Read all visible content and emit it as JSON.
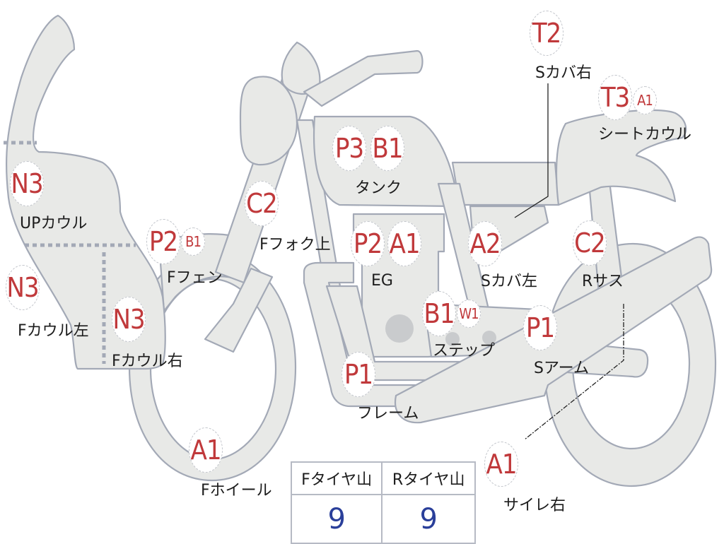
{
  "diagram": {
    "type": "motorcycle-parts-condition-map",
    "colors": {
      "part_fill": "#e8e9e7",
      "part_stroke": "#a3a9b6",
      "code_text": "#c0393b",
      "label_text": "#1c1c1c",
      "value_text": "#2a3f9a"
    },
    "parts": [
      {
        "id": "up-cowl",
        "label": "UPカウル",
        "codes": [
          "N3"
        ]
      },
      {
        "id": "f-cowl-left",
        "label": "Fカウル左",
        "codes": [
          "N3"
        ]
      },
      {
        "id": "f-cowl-right",
        "label": "Fカウル右",
        "codes": [
          "N3"
        ]
      },
      {
        "id": "f-fender",
        "label": "Fフェン",
        "codes": [
          "P2",
          "B1"
        ]
      },
      {
        "id": "f-fork-upper",
        "label": "Fフォク上",
        "codes": [
          "C2"
        ]
      },
      {
        "id": "tank",
        "label": "タンク",
        "codes": [
          "P3",
          "B1"
        ]
      },
      {
        "id": "engine",
        "label": "EG",
        "codes": [
          "P2",
          "A1"
        ]
      },
      {
        "id": "step",
        "label": "ステップ",
        "codes": [
          "B1",
          "W1"
        ]
      },
      {
        "id": "frame",
        "label": "フレーム",
        "codes": [
          "P1"
        ]
      },
      {
        "id": "f-wheel",
        "label": "Fホイール",
        "codes": [
          "A1"
        ]
      },
      {
        "id": "s-cover-left",
        "label": "Sカバ左",
        "codes": [
          "A2"
        ]
      },
      {
        "id": "s-cover-right",
        "label": "Sカバ右",
        "codes": [
          "T2"
        ]
      },
      {
        "id": "seat-cowl",
        "label": "シートカウル",
        "codes": [
          "T3",
          "A1"
        ]
      },
      {
        "id": "r-suspension",
        "label": "Rサス",
        "codes": [
          "C2"
        ]
      },
      {
        "id": "swing-arm",
        "label": "Sアーム",
        "codes": [
          "P1"
        ]
      },
      {
        "id": "silencer-right",
        "label": "サイレ右",
        "codes": [
          "A1"
        ]
      }
    ],
    "tyre_tread": {
      "headers": [
        "Fタイヤ山",
        "Rタイヤ山"
      ],
      "values": [
        "9",
        "9"
      ]
    }
  }
}
